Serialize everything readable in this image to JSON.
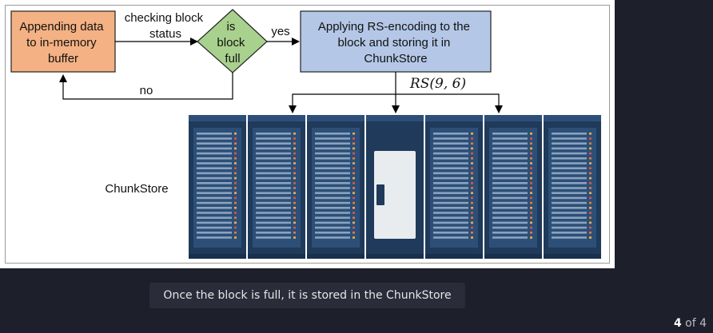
{
  "diagram": {
    "append_box": [
      "Appending data",
      "to in-memory",
      "buffer"
    ],
    "check_label": [
      "checking block",
      "status"
    ],
    "decision": [
      "is",
      "block",
      "full"
    ],
    "yes_label": "yes",
    "no_label": "no",
    "encode_box": [
      "Applying RS-encoding to the",
      "block and storing it in",
      "ChunkStore"
    ],
    "rs_label": "RS(9, 6)",
    "chunkstore_label": "ChunkStore"
  },
  "caption": "Once the block is full, it is stored in the ChunkStore",
  "pager": {
    "current": "4",
    "of": "of 4"
  },
  "colors": {
    "append_fill": "#f4b183",
    "decision_fill": "#a9d18e",
    "encode_fill": "#b4c7e7",
    "rack_dark": "#1f3a5a",
    "rack_light": "#2d4f77",
    "background": "#1d1f2b"
  }
}
